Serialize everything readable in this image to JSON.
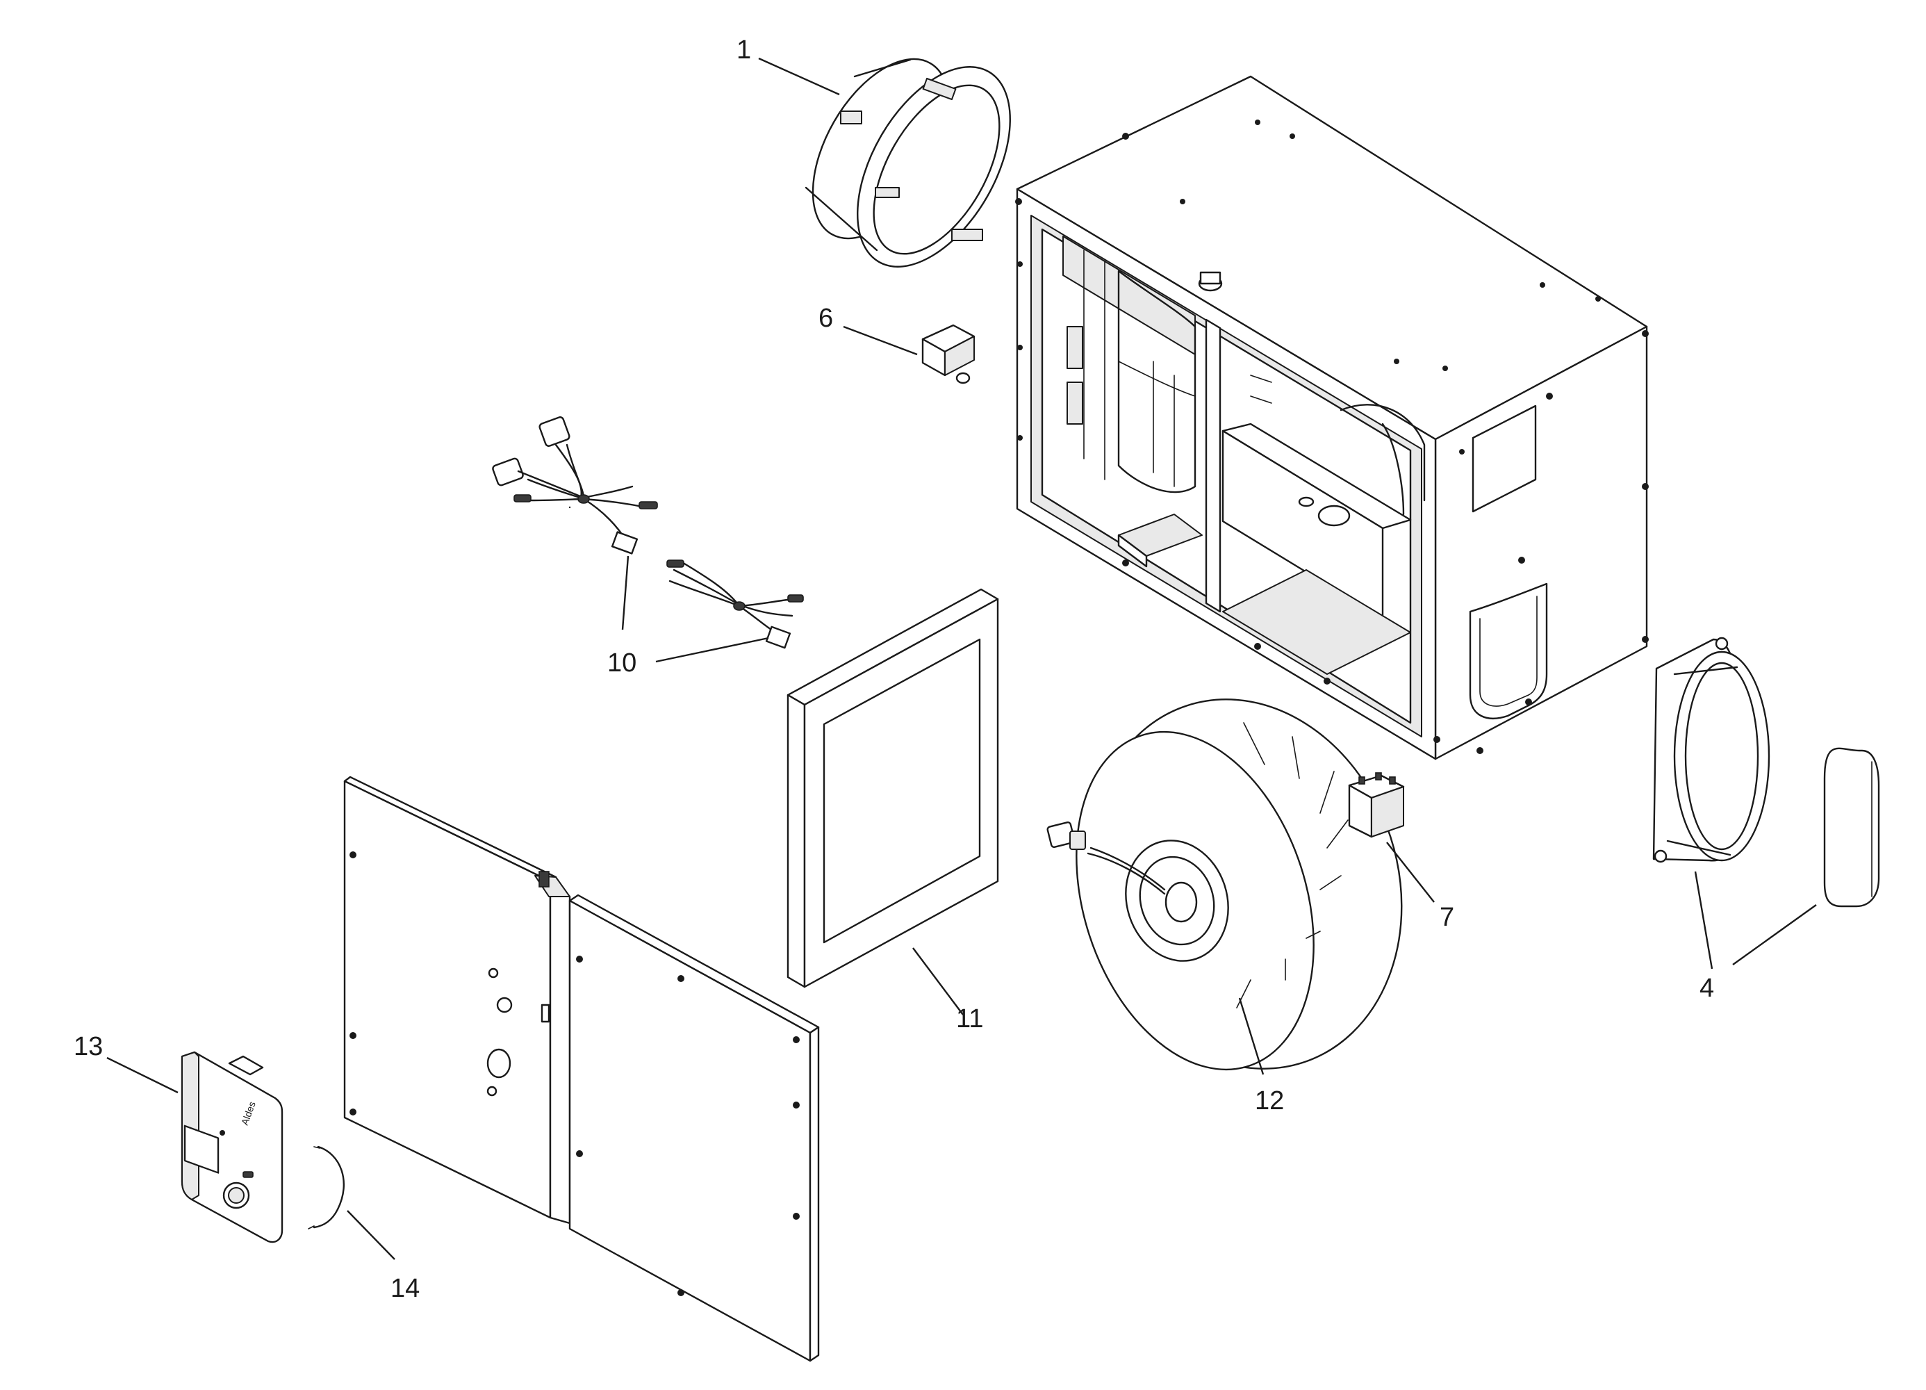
{
  "callouts": {
    "c1": "1",
    "c6": "6",
    "c10": "10",
    "c11": "11",
    "c12": "12",
    "c7": "7",
    "c4": "4",
    "c13": "13",
    "c14": "14"
  },
  "control_panel": {
    "brand_text": "Aldes"
  },
  "colors": {
    "line": "#1a1a1a",
    "background": "#ffffff",
    "shade": "#e9e9e9"
  }
}
